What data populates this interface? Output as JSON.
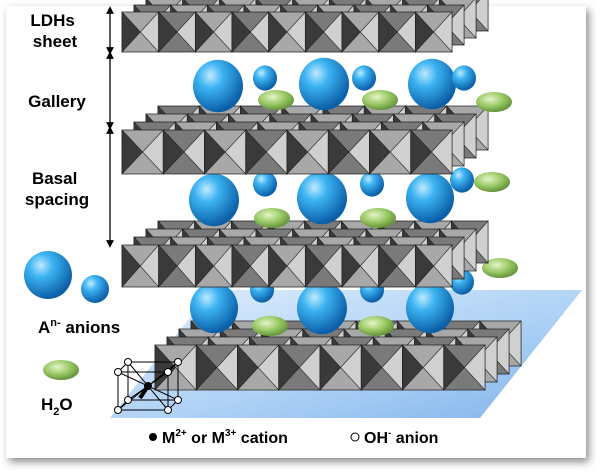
{
  "labels": {
    "ldhs_sheet": [
      "LDHs",
      "sheet"
    ],
    "gallery": "Gallery",
    "basal_spacing": [
      "Basal",
      "spacing"
    ],
    "anions": {
      "base": "A",
      "sup": "n-",
      "rest": " anions"
    },
    "water": {
      "base": "H",
      "sub": "2",
      "rest": "O"
    }
  },
  "legend": {
    "cation": {
      "base": "M",
      "sup1": "2+",
      "mid": " or M",
      "sup2": "3+",
      "rest": " cation"
    },
    "anion": {
      "base": "OH",
      "sup": "-",
      "rest": " anion"
    }
  },
  "colors": {
    "octahedron_light": "#a8a8a8",
    "octahedron_mid": "#7a7a7a",
    "octahedron_dark": "#3a3a3a",
    "anion_blue": "#1e9fe6",
    "water_green": "#8fbf5a",
    "floor_blue": "#7fb6ee"
  }
}
